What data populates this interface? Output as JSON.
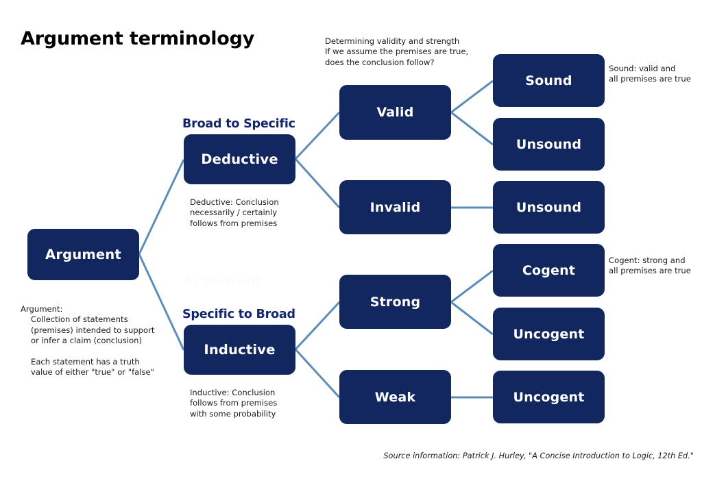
{
  "page": {
    "title": "Argument terminology",
    "ghost_text": "Argument",
    "source": "Source information: Patrick J. Hurley, \"A Concise Introduction to Logic, 12th Ed.\""
  },
  "colors": {
    "node_fill": "#12275e",
    "node_text": "#ffffff",
    "connector": "#5b8db8",
    "branch_label": "#14266b",
    "background": "#ffffff",
    "body_text": "#1b1b1b"
  },
  "nodes": {
    "argument": "Argument",
    "deductive": "Deductive",
    "inductive": "Inductive",
    "valid": "Valid",
    "invalid": "Invalid",
    "strong": "Strong",
    "weak": "Weak",
    "sound": "Sound",
    "unsound_from_valid": "Unsound",
    "unsound_from_invalid": "Unsound",
    "cogent": "Cogent",
    "uncogent_from_strong": "Uncogent",
    "uncogent_from_weak": "Uncogent"
  },
  "branch_labels": {
    "deductive": "Broad to Specific",
    "inductive": "Specific to Broad"
  },
  "notes": {
    "validity": "Determining validity and strength\nIf we assume the premises are true,\ndoes the conclusion follow?",
    "deductive": "Deductive: Conclusion\nnecessarily / certainly\nfollows from premises",
    "inductive": "Inductive: Conclusion\nfollows from premises\nwith some probability",
    "sound": "Sound: valid and\nall premises are true",
    "cogent": "Cogent: strong and\nall premises are true",
    "argument_head": "Argument:",
    "argument_body_1": "Collection of statements (premises) intended to support or infer a claim (conclusion)",
    "argument_body_2": "Each statement has a truth value of either \"true\" or \"false\""
  },
  "edges": [
    {
      "from": "argument",
      "to": "deductive"
    },
    {
      "from": "argument",
      "to": "inductive"
    },
    {
      "from": "deductive",
      "to": "valid"
    },
    {
      "from": "deductive",
      "to": "invalid"
    },
    {
      "from": "inductive",
      "to": "strong"
    },
    {
      "from": "inductive",
      "to": "weak"
    },
    {
      "from": "valid",
      "to": "sound"
    },
    {
      "from": "valid",
      "to": "unsound_from_valid"
    },
    {
      "from": "invalid",
      "to": "unsound_from_invalid"
    },
    {
      "from": "strong",
      "to": "cogent"
    },
    {
      "from": "strong",
      "to": "uncogent_from_strong"
    },
    {
      "from": "weak",
      "to": "uncogent_from_weak"
    }
  ]
}
